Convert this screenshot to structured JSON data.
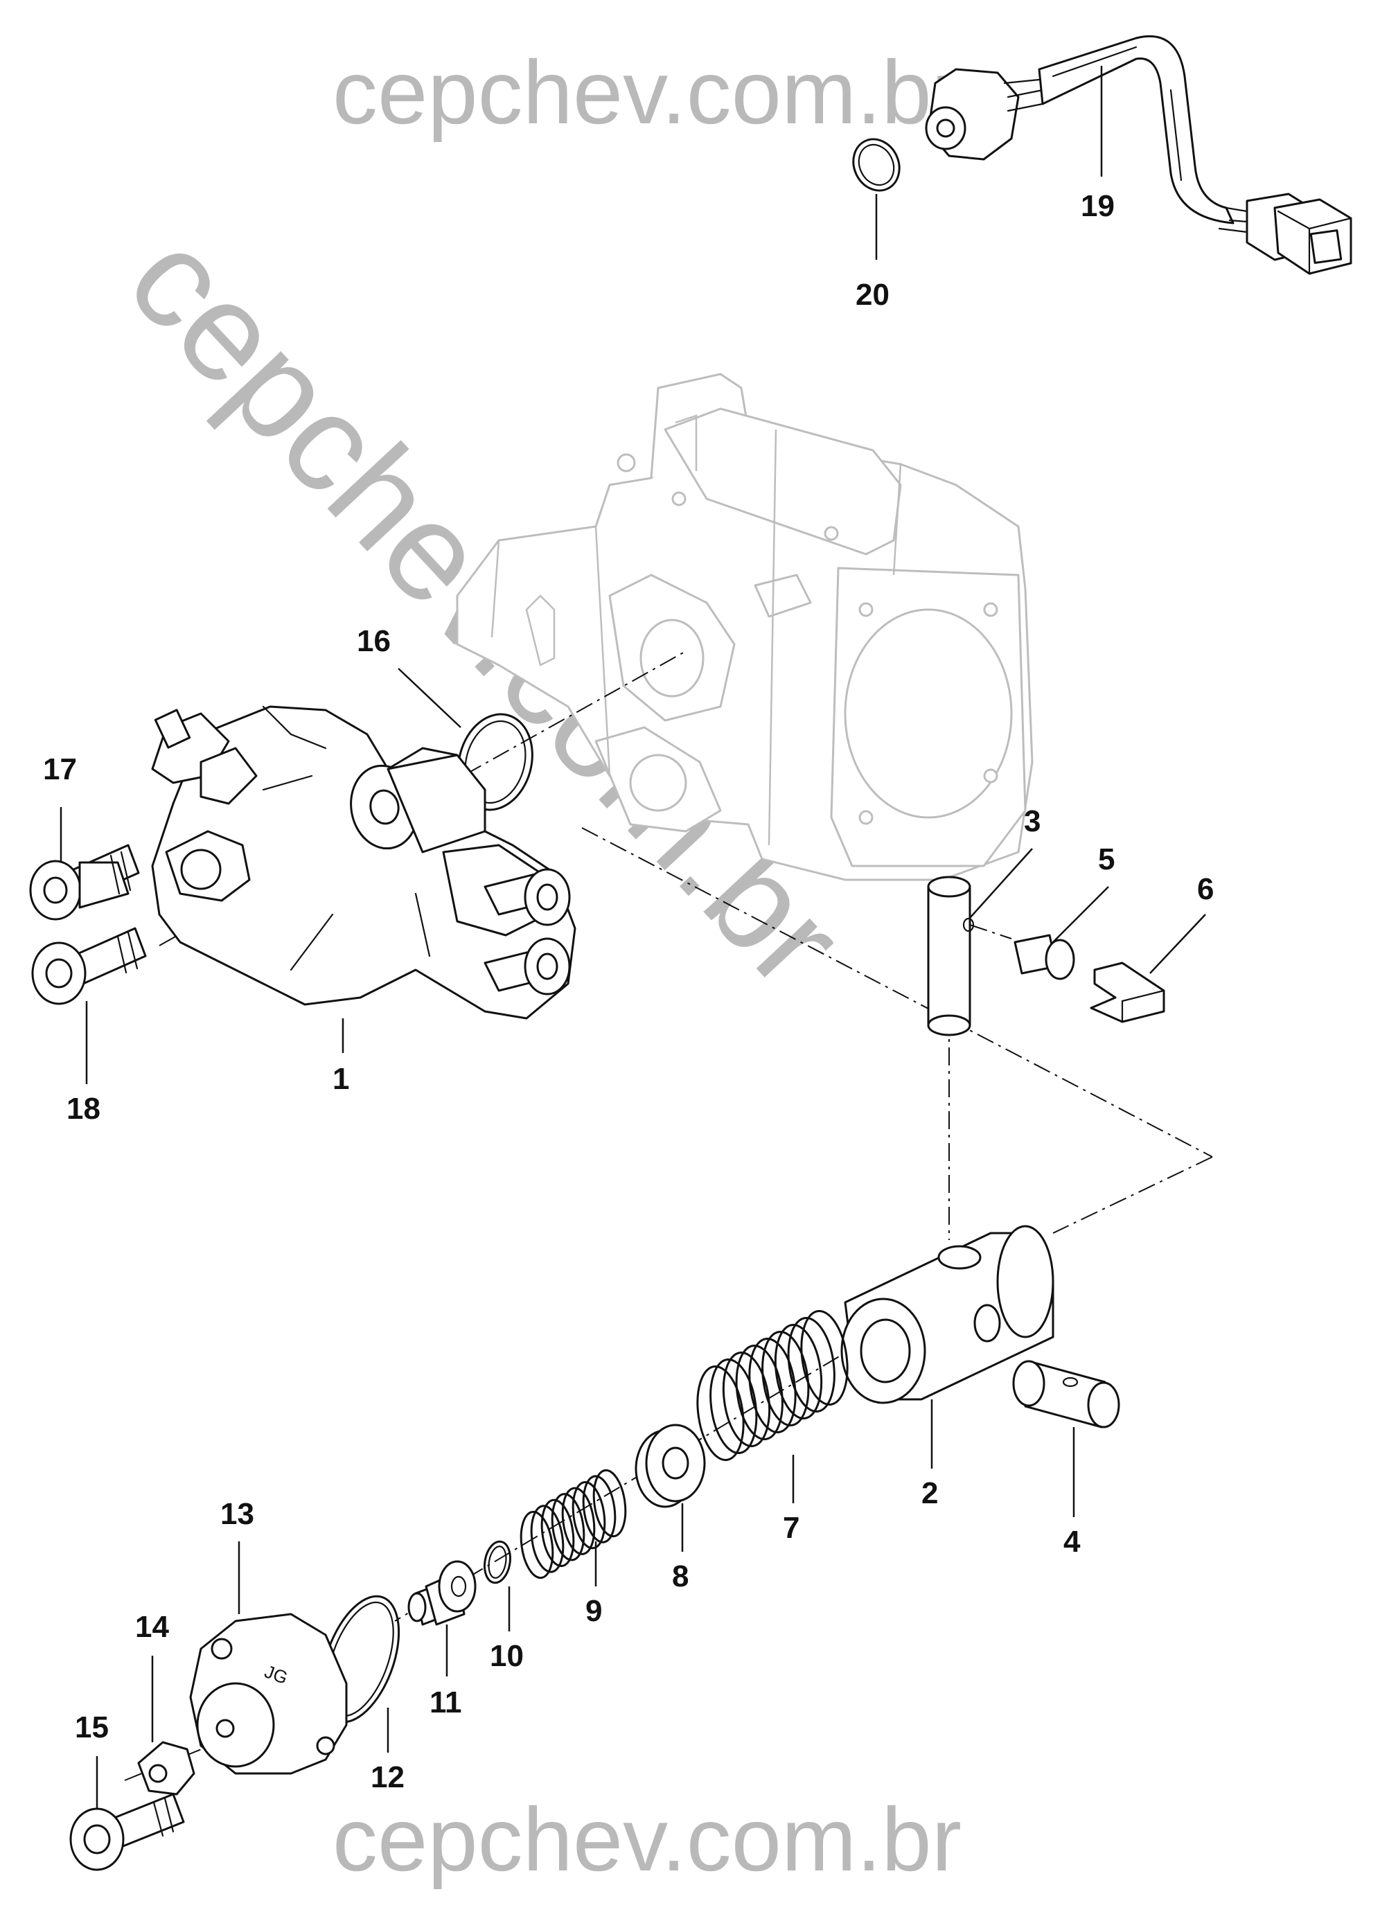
{
  "watermark": {
    "top": "cepchev.com.br",
    "diagonal": "cepchev.com.br",
    "bottom": "cepchev.com.br"
  },
  "callouts": {
    "c1": "1",
    "c2": "2",
    "c3": "3",
    "c4": "4",
    "c5": "5",
    "c6": "6",
    "c7": "7",
    "c8": "8",
    "c9": "9",
    "c10": "10",
    "c11": "11",
    "c12": "12",
    "c13": "13",
    "c14": "14",
    "c15": "15",
    "c16": "16",
    "c17": "17",
    "c18": "18",
    "c19": "19",
    "c20": "20"
  }
}
